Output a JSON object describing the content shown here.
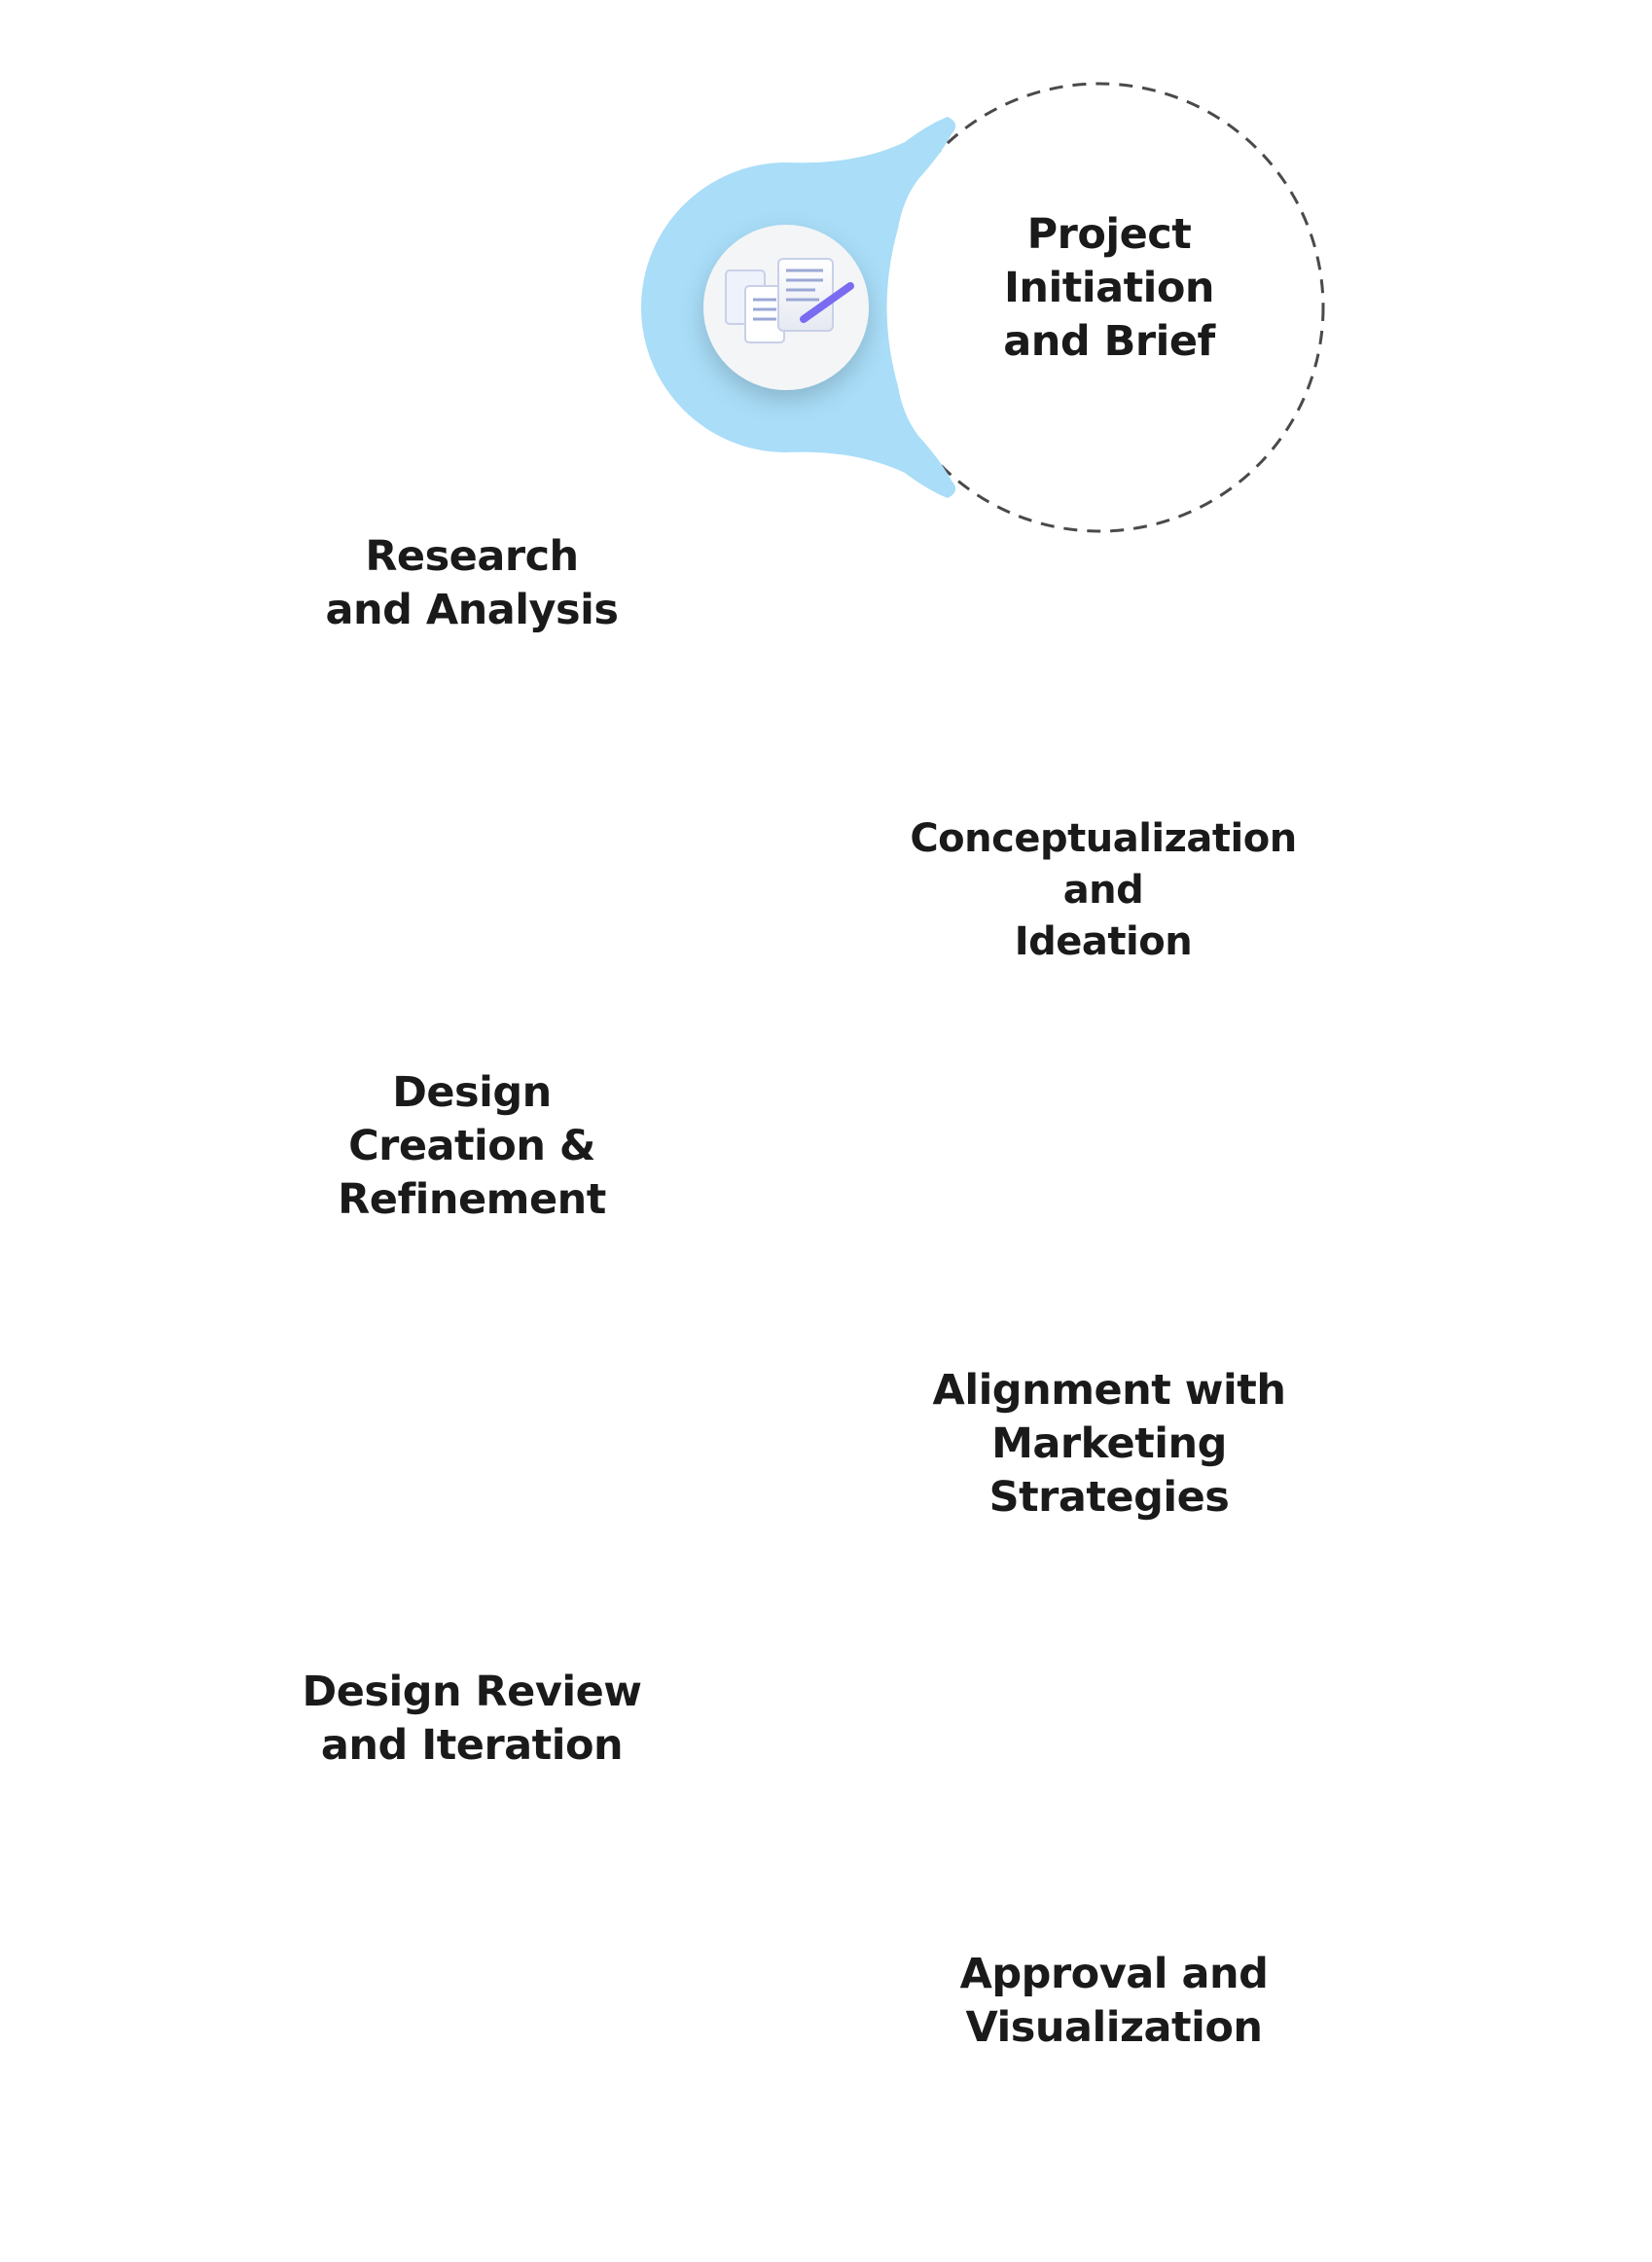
{
  "colors": {
    "blue_accent": "#a9ddf8",
    "orange_accent": "#fcd6a3",
    "dash_stroke": "#4a4a4a",
    "badge_fill": "#f4f5f7",
    "text": "#1a1a1a"
  },
  "steps": [
    {
      "label": "Project\nInitiation\nand Brief",
      "side": "right",
      "accent": "blue",
      "icon": "documents-edit-icon"
    },
    {
      "label": "Research\nand Analysis",
      "side": "left",
      "accent": "orange",
      "icon": "research-magnifier-icon"
    },
    {
      "label": "Conceptualization\nand\nIdeation",
      "side": "right",
      "accent": "blue",
      "icon": "moodboard-icon"
    },
    {
      "label": "Design\nCreation &\nRefinement",
      "side": "left",
      "accent": "orange",
      "icon": "document-exchange-icon"
    },
    {
      "label": "Alignment with\nMarketing\nStrategies",
      "side": "right",
      "accent": "blue",
      "icon": "design-workspace-icon"
    },
    {
      "label": "Design Review\nand Iteration",
      "side": "left",
      "accent": "orange",
      "icon": "design-review-icon"
    },
    {
      "label": "Approval and\nVisualization",
      "side": "right",
      "accent": "blue",
      "icon": "approval-checklist-icon"
    }
  ]
}
